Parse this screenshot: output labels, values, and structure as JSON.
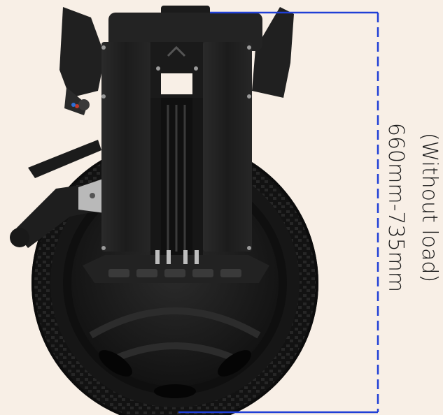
{
  "dimension": {
    "range_text": "660mm-735mm",
    "note_text": "(Without load)",
    "line_color": "#1f3fd6"
  },
  "colors": {
    "background": "#f8efe6",
    "body": "#1c1c1c",
    "tire": "#141414",
    "accent_silver": "#b9b9b9"
  },
  "icons": {
    "wheel": "electric-unicycle-image"
  }
}
